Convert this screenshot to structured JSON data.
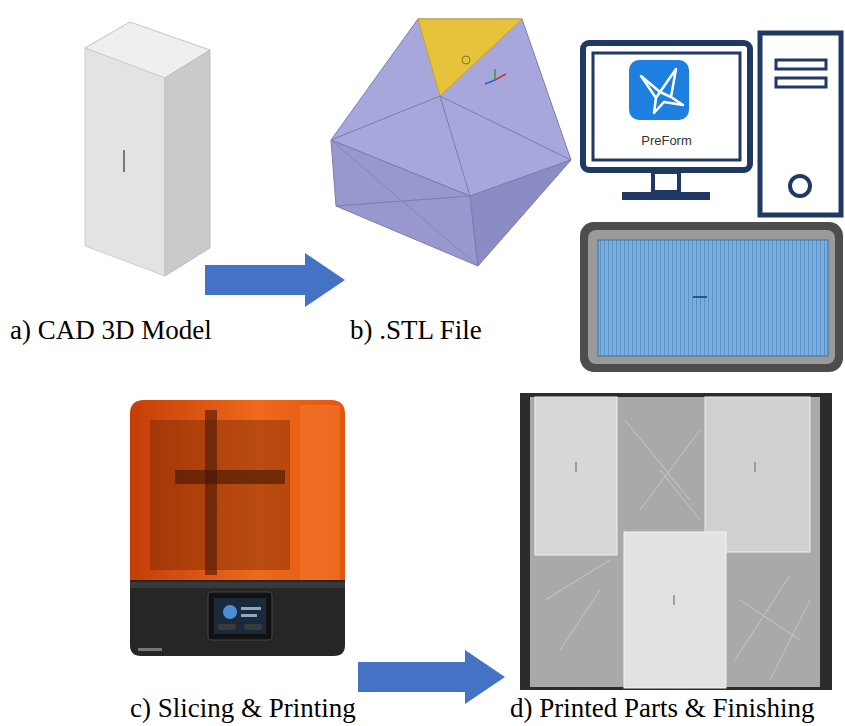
{
  "diagram": {
    "nodes": [
      {
        "text": [
          "a) CAD 3D Model"
        ]
      },
      {
        "text": [
          "b) .STL File"
        ]
      },
      {
        "text": [
          "c) Slicing & Printing"
        ]
      },
      {
        "text": [
          "d) Printed Parts & Finishing"
        ]
      }
    ],
    "edges": [
      {
        "from": 0,
        "to": 1,
        "arrow": "to"
      },
      {
        "from": 2,
        "to": 3,
        "arrow": "to"
      }
    ],
    "labels": [
      "PreForm"
    ]
  }
}
